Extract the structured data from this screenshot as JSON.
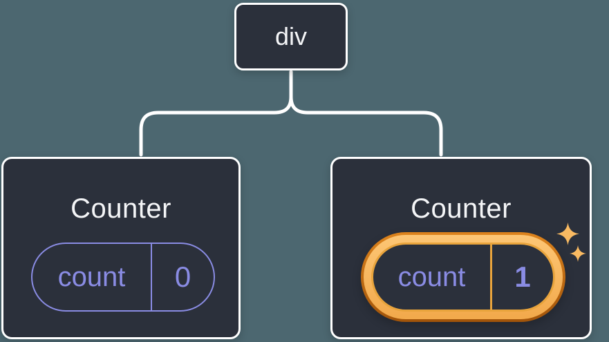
{
  "diagram": {
    "root": {
      "label": "div"
    },
    "children": [
      {
        "title": "Counter",
        "state_name": "count",
        "state_value": "0",
        "highlighted": false
      },
      {
        "title": "Counter",
        "state_name": "count",
        "state_value": "1",
        "highlighted": true
      }
    ]
  },
  "icons": {
    "sparkle_large": "sparkle-star",
    "sparkle_small": "sparkle-star"
  },
  "colors": {
    "background": "#4c6770",
    "node-bg": "#2b303b",
    "node-border": "#ffffff",
    "connector": "#ffffff",
    "text": "#f4f5f7",
    "state": "#8a8ce4",
    "hl-band-light": "#fdc675",
    "hl-band": "#f2a94b",
    "hl-dark-top": "#dd831c",
    "hl-dark": "#a1540a",
    "hl-mid": "#e9a43c",
    "sparkle": "#f9ba62"
  }
}
